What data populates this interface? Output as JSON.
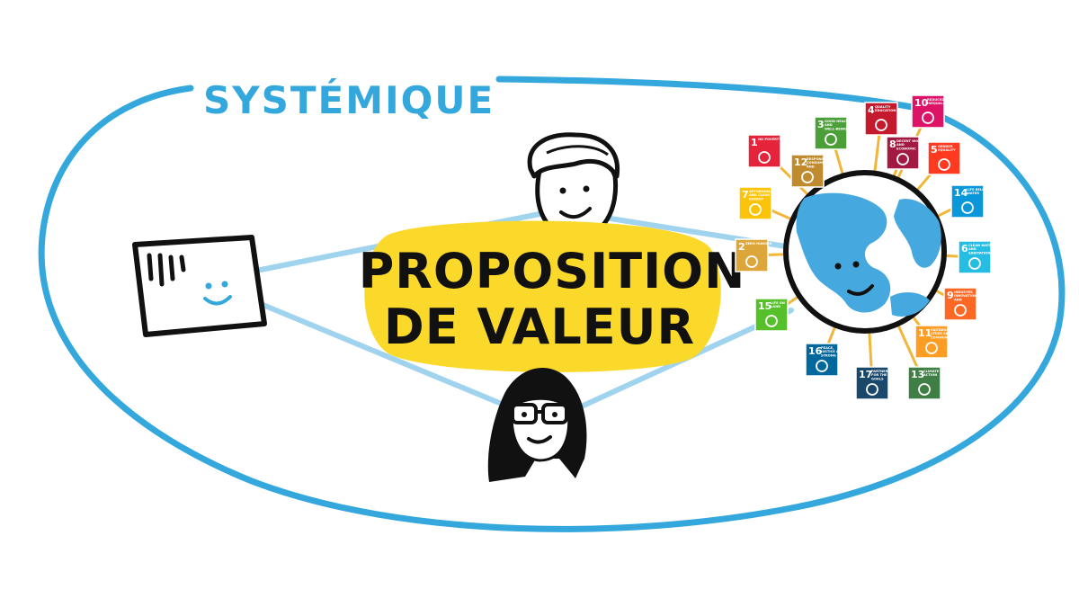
{
  "diagram": {
    "system_label": "SYSTÉMIQUE",
    "center_label_line1": "PROPOSITION",
    "center_label_line2": "DE VALEUR",
    "colors": {
      "loop": "#34a8dd",
      "link": "#9fd3ee",
      "center_fill": "#fbd92a",
      "earth_water": "#ffffff",
      "earth_land": "#45a9e0",
      "ray": "#f0b73a",
      "ink": "#111111"
    },
    "nodes": [
      {
        "name": "organization-icon",
        "label": ""
      },
      {
        "name": "person-man-icon",
        "label": ""
      },
      {
        "name": "person-woman-icon",
        "label": ""
      },
      {
        "name": "earth-icon",
        "label": ""
      }
    ]
  },
  "sdg_goals": [
    {
      "num": "1",
      "label": "NO POVERTY",
      "color": "#e5243b",
      "icon": "people-icon"
    },
    {
      "num": "2",
      "label": "ZERO HUNGER",
      "color": "#dda63a",
      "icon": "bowl-icon"
    },
    {
      "num": "3",
      "label": "GOOD HEALTH AND WELL-BEING",
      "color": "#4c9f38",
      "icon": "heartbeat-icon"
    },
    {
      "num": "4",
      "label": "QUALITY EDUCATION",
      "color": "#c5192d",
      "icon": "book-icon"
    },
    {
      "num": "5",
      "label": "GENDER EQUALITY",
      "color": "#ff3a21",
      "icon": "gender-icon"
    },
    {
      "num": "6",
      "label": "CLEAN WATER AND SANITATION",
      "color": "#26bde2",
      "icon": "water-drop-icon"
    },
    {
      "num": "7",
      "label": "AFFORDABLE AND CLEAN ENERGY",
      "color": "#fcc30b",
      "icon": "sun-icon"
    },
    {
      "num": "8",
      "label": "DECENT WORK AND ECONOMIC GROWTH",
      "color": "#a21942",
      "icon": "growth-chart-icon"
    },
    {
      "num": "9",
      "label": "INDUSTRY, INNOVATION AND INFRASTRUCTURE",
      "color": "#fd6925",
      "icon": "cubes-icon"
    },
    {
      "num": "10",
      "label": "REDUCED INEQUALITIES",
      "color": "#dd1367",
      "icon": "equality-icon"
    },
    {
      "num": "11",
      "label": "SUSTAINABLE CITIES AND COMMUNITIES",
      "color": "#fd9d24",
      "icon": "buildings-icon"
    },
    {
      "num": "12",
      "label": "RESPONSIBLE CONSUMPTION AND PRODUCTION",
      "color": "#bf8b2e",
      "icon": "infinity-icon"
    },
    {
      "num": "13",
      "label": "CLIMATE ACTION",
      "color": "#3f7e44",
      "icon": "eye-globe-icon"
    },
    {
      "num": "14",
      "label": "LIFE BELOW WATER",
      "color": "#0a97d9",
      "icon": "fish-icon"
    },
    {
      "num": "15",
      "label": "LIFE ON LAND",
      "color": "#56c02b",
      "icon": "tree-icon"
    },
    {
      "num": "16",
      "label": "PEACE, JUSTICE AND STRONG INSTITUTIONS",
      "color": "#00689d",
      "icon": "dove-icon"
    },
    {
      "num": "17",
      "label": "PARTNERSHIPS FOR THE GOALS",
      "color": "#19486a",
      "icon": "flower-icon"
    }
  ]
}
